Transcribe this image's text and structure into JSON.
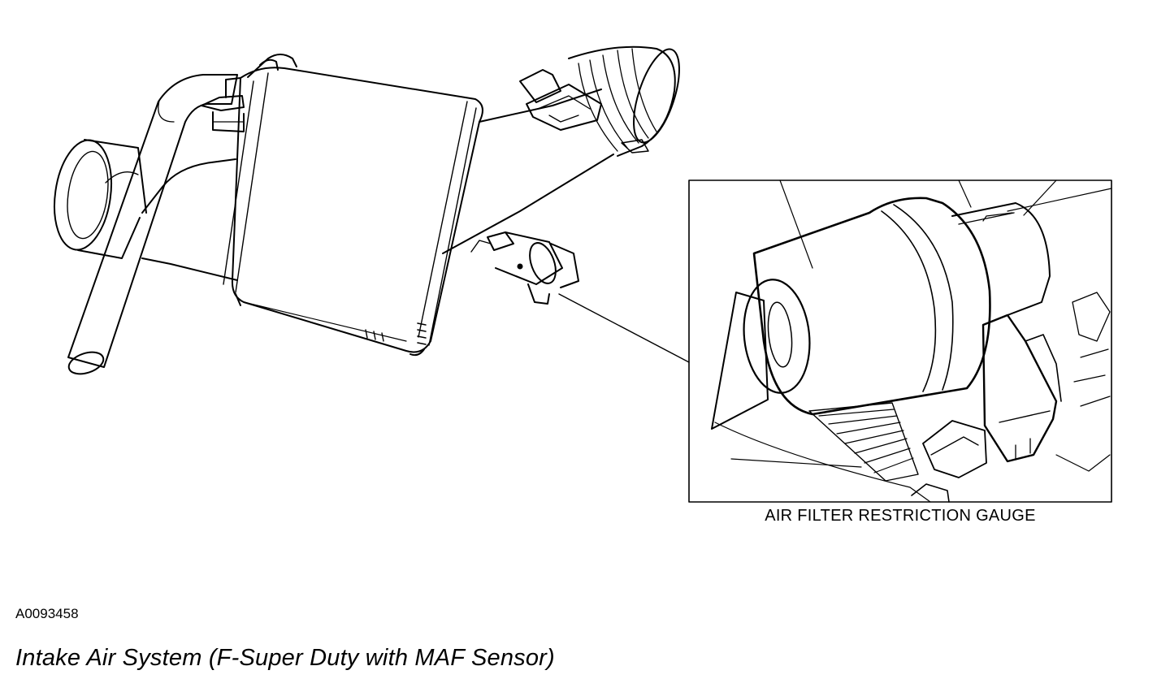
{
  "diagram": {
    "inset_caption": "AIR FILTER RESTRICTION GAUGE",
    "figure_id": "A0093458",
    "figure_caption": "Intake Air System (F-Super Duty with MAF Sensor)"
  },
  "colors": {
    "line": "#000000",
    "background": "#ffffff"
  }
}
